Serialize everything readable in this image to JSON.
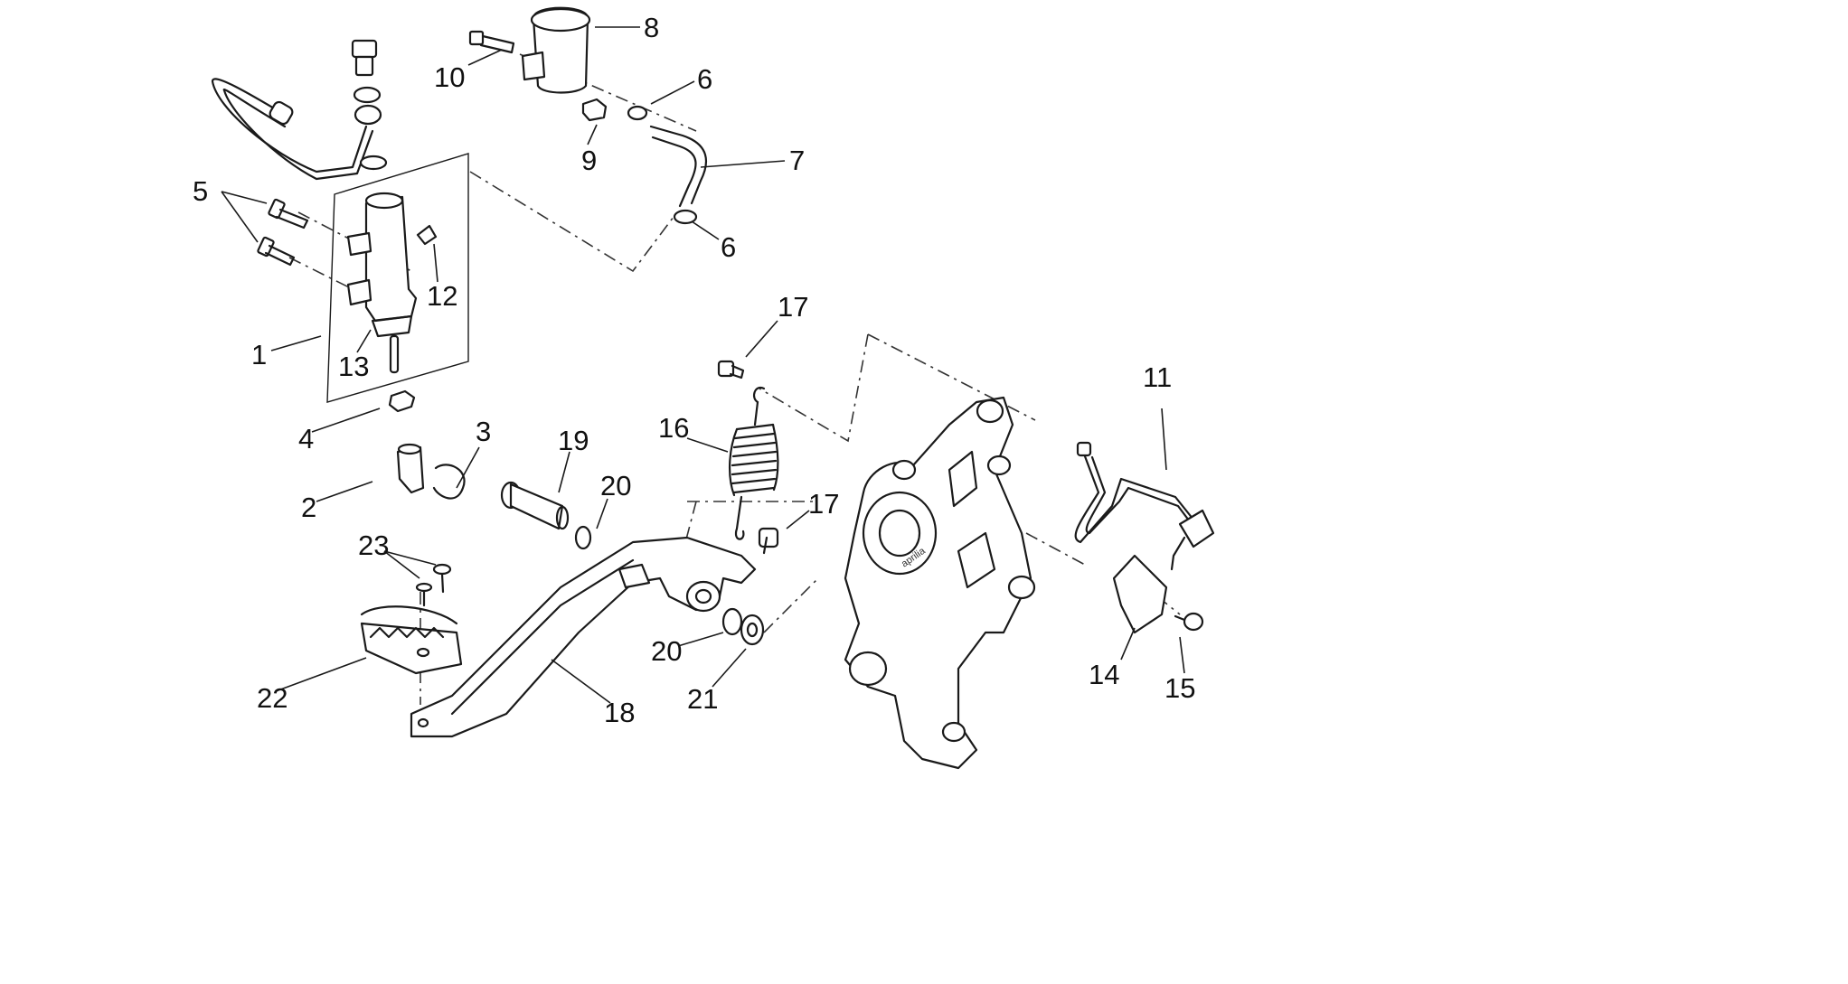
{
  "callouts": {
    "c1": "1",
    "c2": "2",
    "c3": "3",
    "c4": "4",
    "c5": "5",
    "c6a": "6",
    "c6b": "6",
    "c7": "7",
    "c8": "8",
    "c9": "9",
    "c10": "10",
    "c11": "11",
    "c12": "12",
    "c13": "13",
    "c14": "14",
    "c15": "15",
    "c16": "16",
    "c17a": "17",
    "c17b": "17",
    "c18": "18",
    "c19": "19",
    "c20a": "20",
    "c20b": "20",
    "c21": "21",
    "c22": "22",
    "c23": "23"
  },
  "bracket_logo": "aprilia",
  "colors": {
    "line": "#1a1a1a",
    "background": "#ffffff"
  }
}
